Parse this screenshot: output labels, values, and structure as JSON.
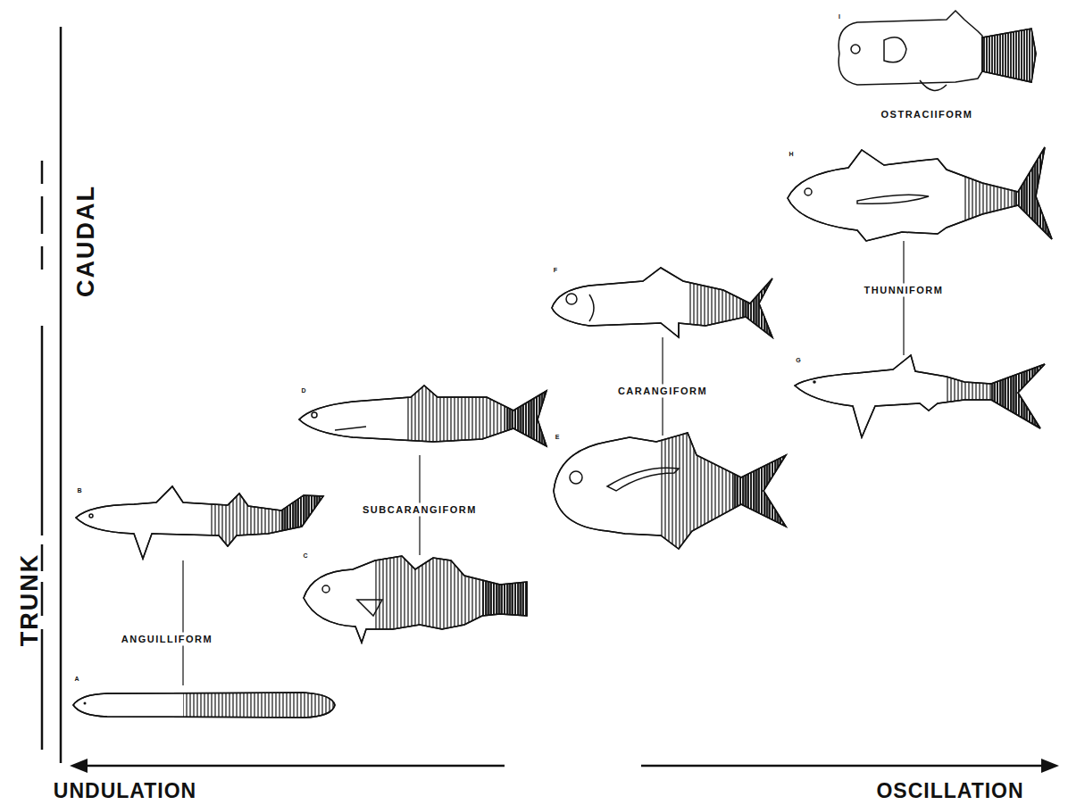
{
  "diagram": {
    "labels": [
      "CAUDAL",
      "TRUNK",
      "UNDULATION",
      "OSCILLATION",
      "ANGUILLIFORM",
      "SUBCARANGIFORM",
      "CARANGIFORM",
      "THUNNIFORM",
      "OSTRACIIFORM",
      "A",
      "B",
      "C",
      "D",
      "E",
      "F",
      "G",
      "H",
      "I"
    ]
  }
}
